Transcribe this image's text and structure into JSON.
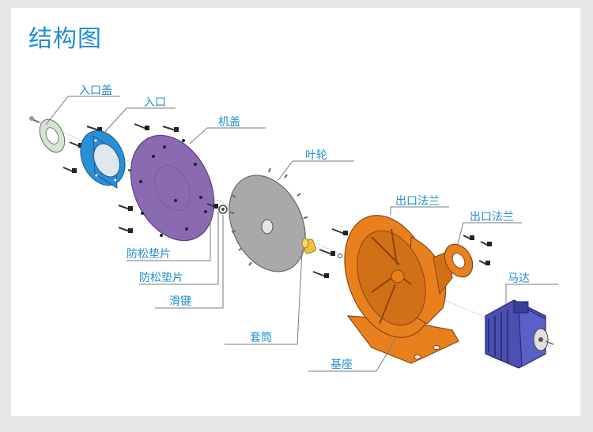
{
  "title": "结构图",
  "labels": {
    "inlet_cover": "入口盖",
    "inlet": "入口",
    "casing_cover": "机盖",
    "impeller": "叶轮",
    "outlet_flange_1": "出口法兰",
    "outlet_flange_2": "出口法兰",
    "lock_washer_1": "防松垫片",
    "lock_washer_2": "防松垫片",
    "key": "滑键",
    "sleeve": "套筒",
    "base": "基座",
    "motor": "马达"
  },
  "colors": {
    "title": "#1f8fd0",
    "label": "#1f8fd0",
    "inlet_cover": "#d4e6d2",
    "inlet": "#2a8fd6",
    "casing_cover": "#8a6ab0",
    "impeller": "#a9a9a9",
    "sleeve": "#f0c040",
    "base": "#e8801e",
    "outlet_flange": "#e8801e",
    "motor": "#4a4fb0"
  }
}
